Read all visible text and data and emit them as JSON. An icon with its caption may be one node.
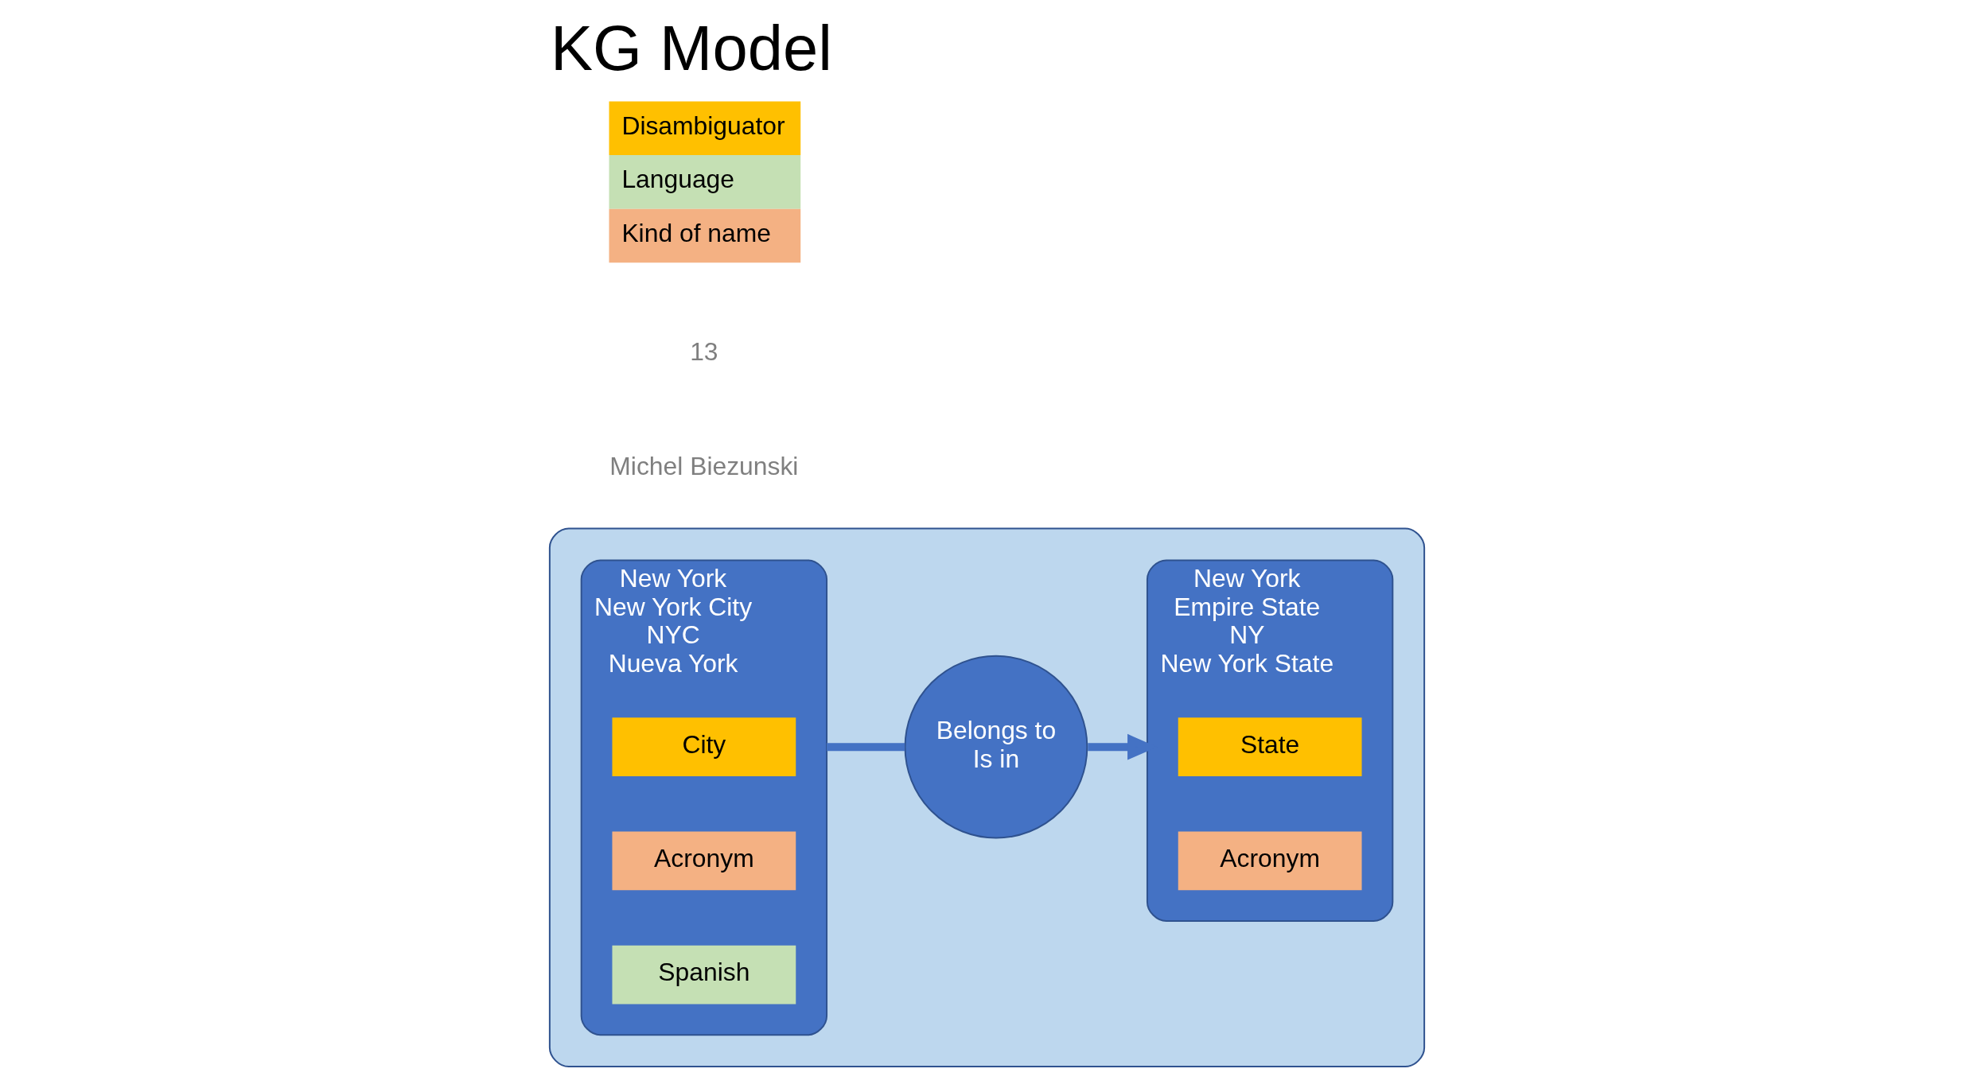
{
  "diagram": {
    "title": "KG Model",
    "nodes": [
      {
        "text": [],
        "shape": "ellipse"
      },
      {
        "text": [
          "New York",
          "New York City",
          "NYC",
          "Nueva York"
        ],
        "in": 0
      },
      {
        "text": [
          "Belongs to",
          "Is in"
        ],
        "in": 0
      },
      {
        "text": [
          "New York",
          "Empire State",
          "NY",
          "New York State"
        ],
        "in": 0
      },
      {
        "text": [
          "City"
        ],
        "in": 1
      },
      {
        "text": [
          "Acronym"
        ],
        "in": 1
      },
      {
        "text": [
          "Spanish"
        ],
        "in": 1
      },
      {
        "text": [
          "State"
        ],
        "in": 3
      },
      {
        "text": [
          "Acronym"
        ],
        "in": 3
      }
    ],
    "edges": [
      {
        "from": 1,
        "to": 2,
        "arrow": "none"
      },
      {
        "from": 2,
        "to": 3,
        "arrow": "to"
      }
    ],
    "labels": [
      "Michel Biezunski",
      "13"
    ],
    "legend": [
      {
        "text": "Disambiguator",
        "color": "#ffc000"
      },
      {
        "text": "Language",
        "color": "#c5e0b4"
      },
      {
        "text": "Kind of name",
        "color": "#f4b183"
      }
    ]
  }
}
